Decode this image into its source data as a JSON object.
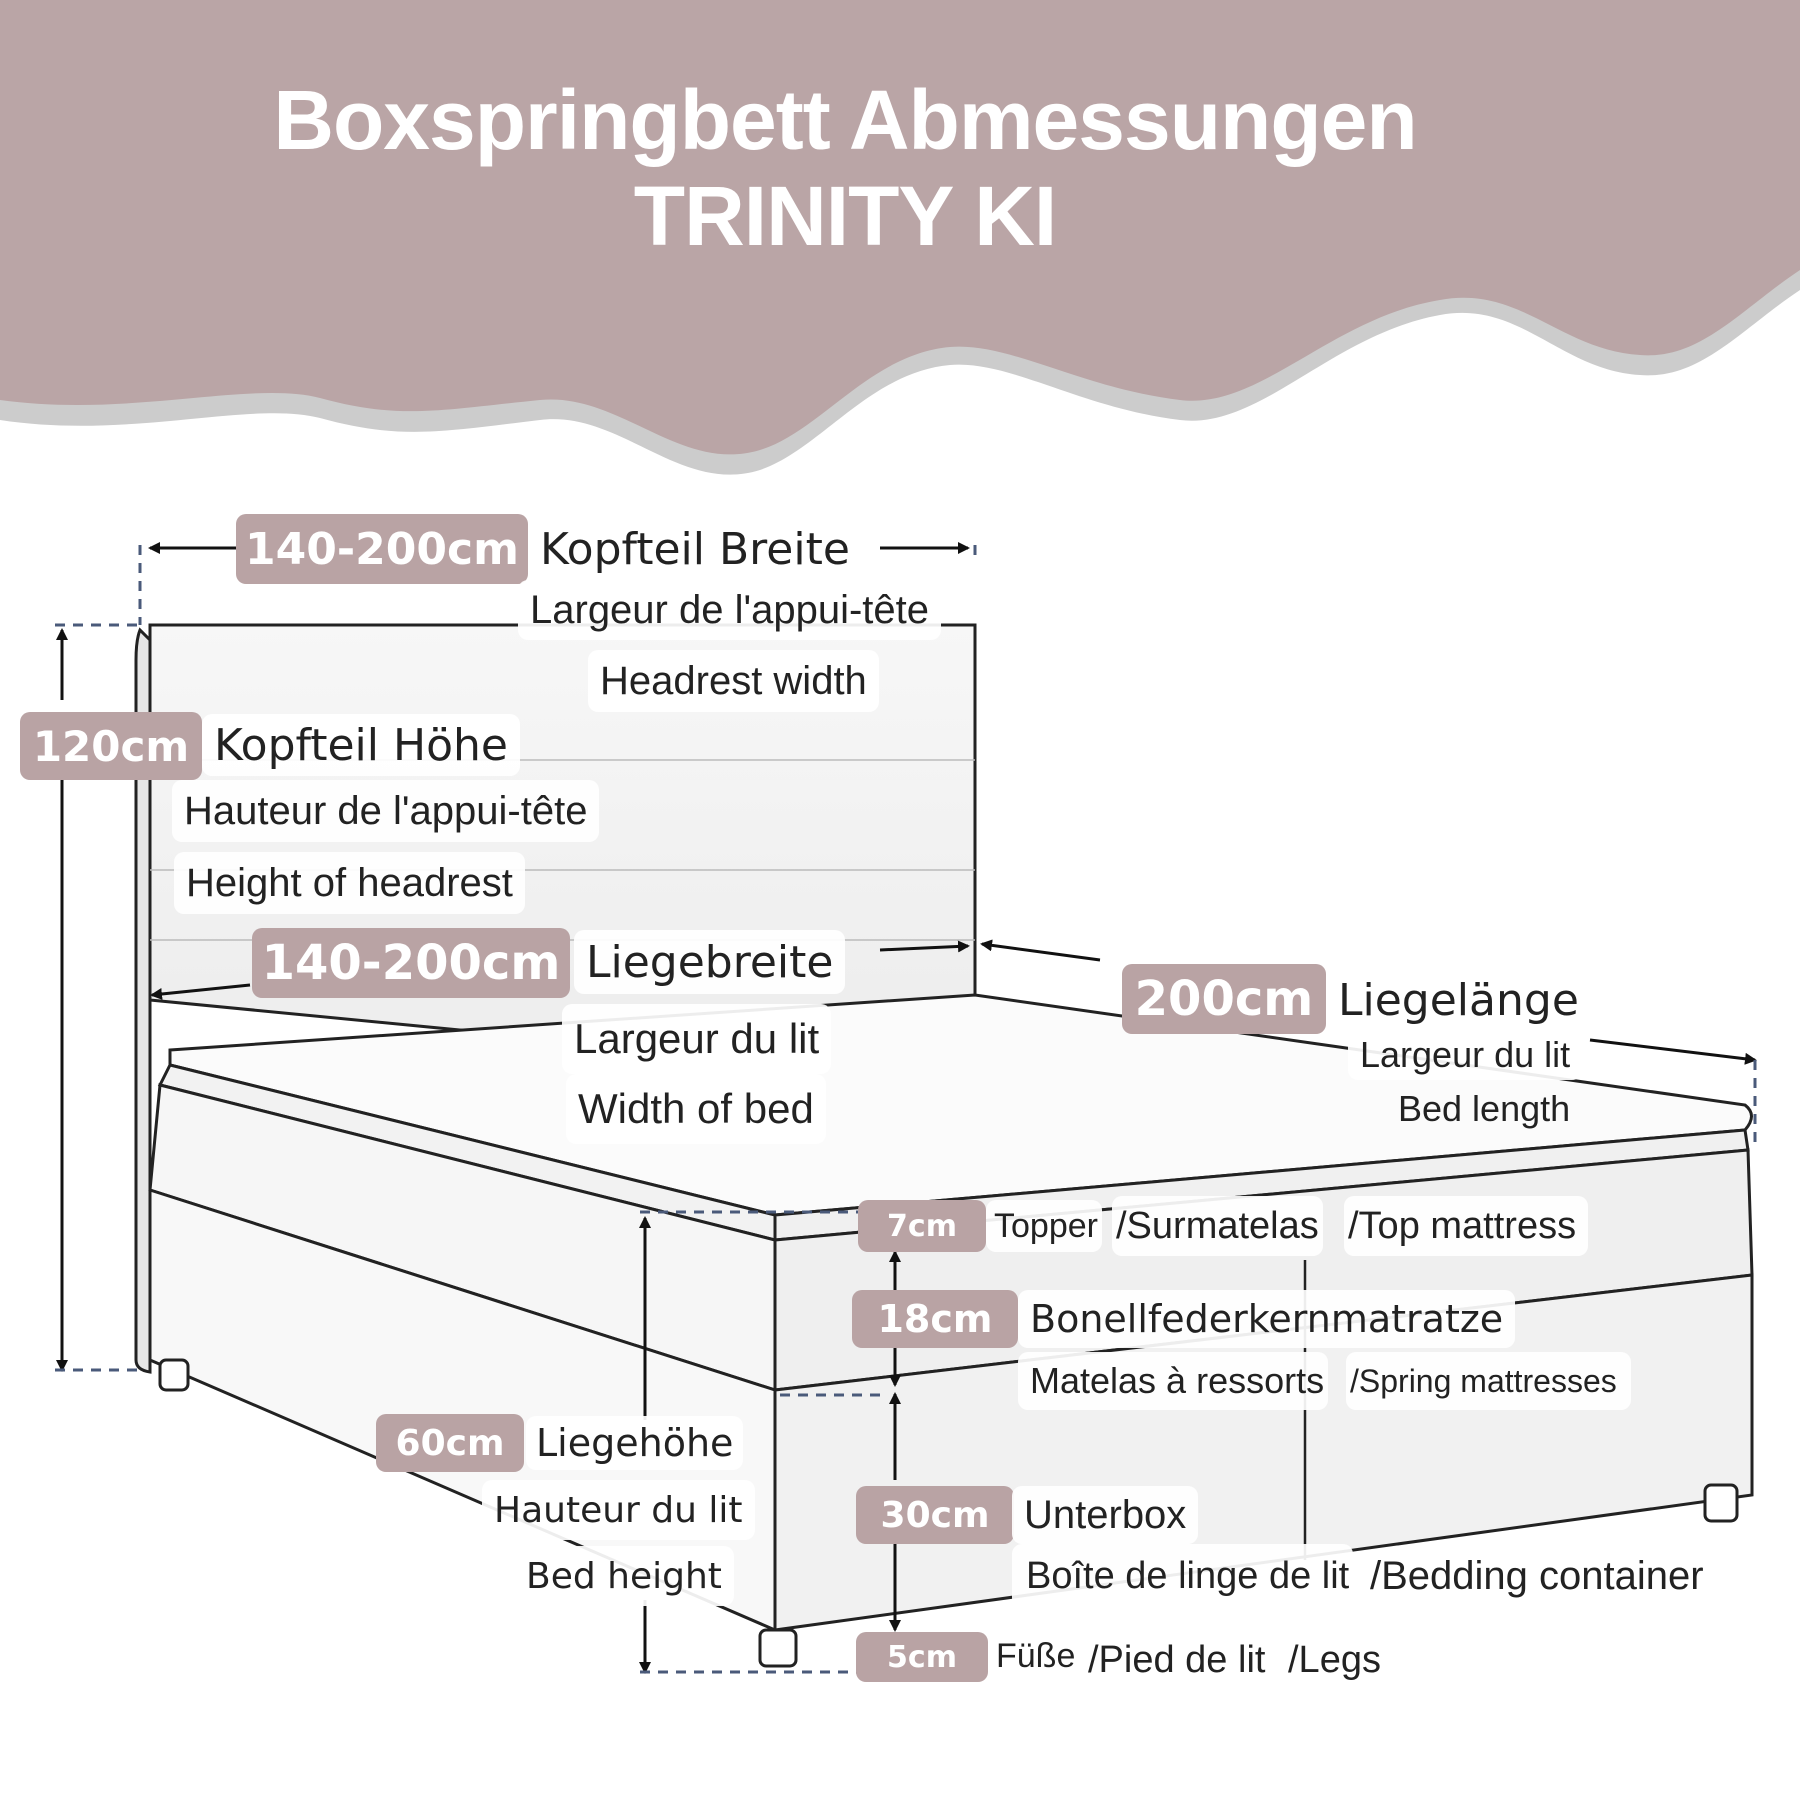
{
  "header": {
    "title_line1": "Boxspringbett Abmessungen",
    "title_line2": "TRINITY KI",
    "banner_color": "#baa5a6",
    "wave_shadow_color": "#cccccc"
  },
  "accent_color": "#b9a3a4",
  "dimensions": {
    "headrest_width": {
      "value": "140-200cm",
      "de": "Kopfteil Breite",
      "fr": "Largeur de l'appui-tête",
      "en": "Headrest width"
    },
    "headrest_height": {
      "value": "120cm",
      "de": "Kopfteil Höhe",
      "fr": "Hauteur de l'appui-tête",
      "en": "Height of headrest"
    },
    "bed_width": {
      "value": "140-200cm",
      "de": "Liegebreite",
      "fr": "Largeur du lit",
      "en": "Width of bed"
    },
    "bed_length": {
      "value": "200cm",
      "de": "Liegelänge",
      "fr": "Largeur du lit",
      "en": "Bed length"
    },
    "topper": {
      "value": "7cm",
      "de": "Topper",
      "fr": "/Surmatelas",
      "en": "/Top mattress"
    },
    "mattress": {
      "value": "18cm",
      "de": "Bonellfederkernmatratze",
      "fr": "Matelas à ressorts",
      "en": "/Spring mattresses"
    },
    "bed_height": {
      "value": "60cm",
      "de": "Liegehöhe",
      "fr": "Hauteur du lit",
      "en": "Bed height"
    },
    "underbox": {
      "value": "30cm",
      "de": "Unterbox",
      "fr": "Boîte de linge de lit",
      "en": "/Bedding container"
    },
    "legs": {
      "value": "5cm",
      "de": "Füße",
      "fr": "/Pied de lit",
      "en": "/Legs"
    }
  }
}
